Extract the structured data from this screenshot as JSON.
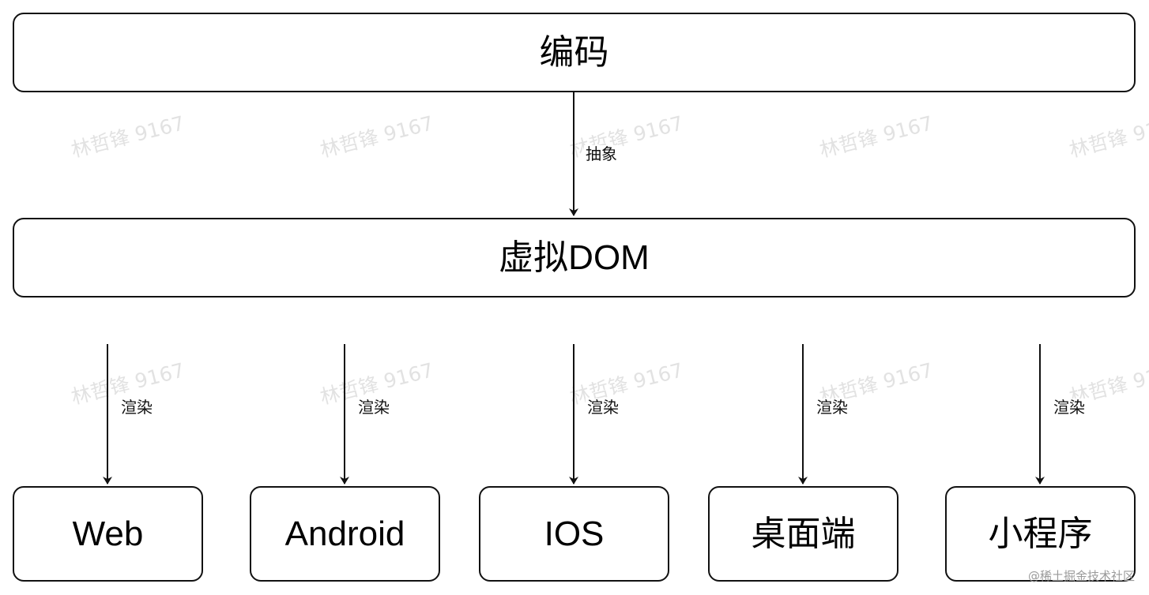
{
  "nodes": {
    "encoding": "编码",
    "vdom": "虚拟DOM",
    "targets": [
      "Web",
      "Android",
      "IOS",
      "桌面端",
      "小程序"
    ]
  },
  "edges": {
    "abstract_label": "抽象",
    "render_label": "渲染"
  },
  "watermark": {
    "text": "林哲锋 9167",
    "footer": "@稀土掘金技术社区"
  },
  "colors": {
    "stroke": "#111111",
    "watermark": "#e2e2e2",
    "background": "#ffffff"
  }
}
